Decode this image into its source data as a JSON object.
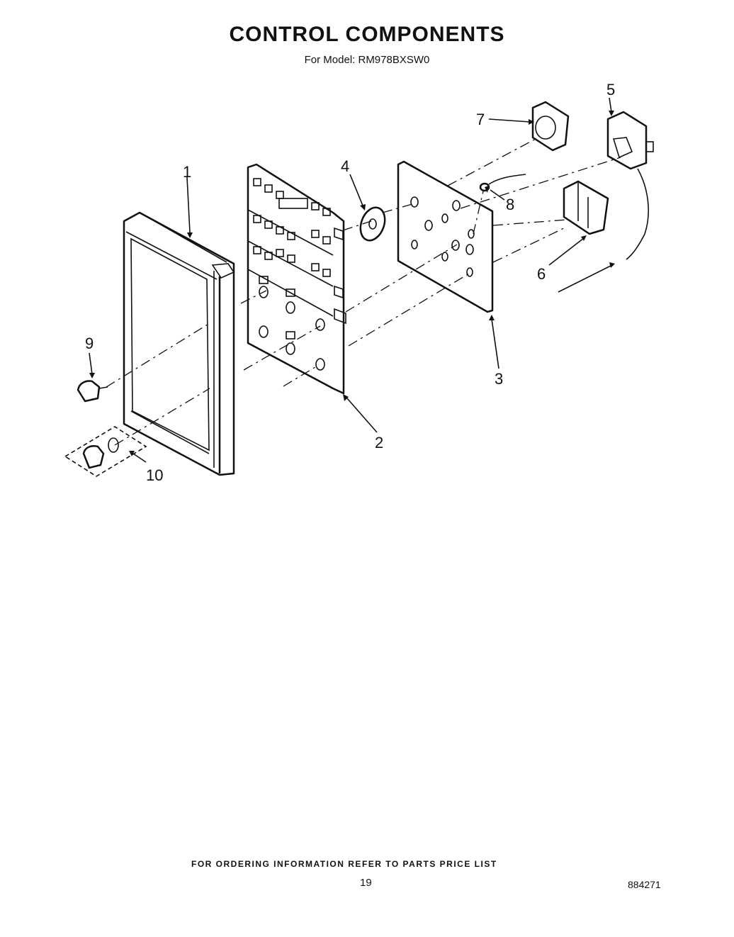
{
  "title": "CONTROL COMPONENTS",
  "subtitle": "For Model: RM978BXSW0",
  "callouts": {
    "c1": "1",
    "c2": "2",
    "c3": "3",
    "c4": "4",
    "c5": "5",
    "c6": "6",
    "c7": "7",
    "c8": "8",
    "c9": "9",
    "c10": "10"
  },
  "footer": "FOR ORDERING INFORMATION REFER TO PARTS PRICE LIST",
  "page_number": "19",
  "document_number": "884271"
}
